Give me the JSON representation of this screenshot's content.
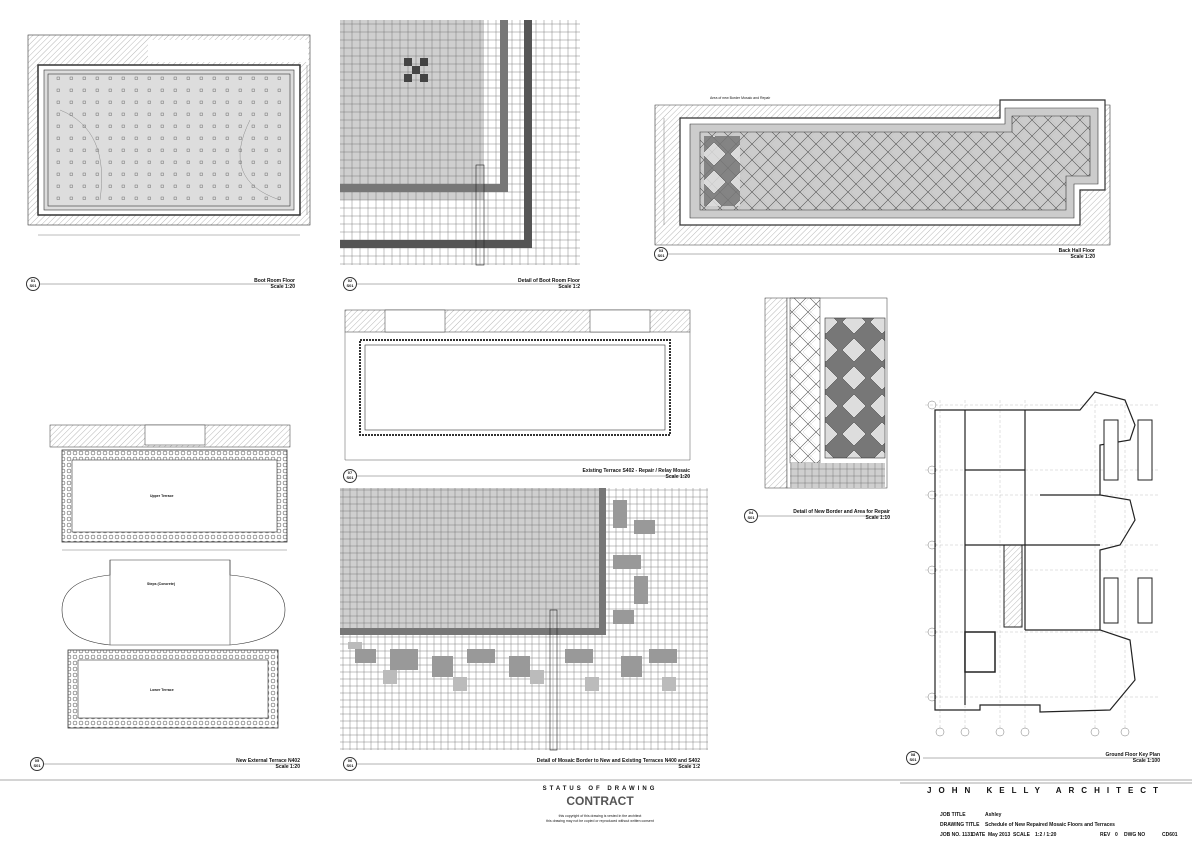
{
  "drawings": [
    {
      "num": "01",
      "sheet": "S01",
      "title": "Boot Room Floor",
      "scale": "Scale 1:20"
    },
    {
      "num": "02",
      "sheet": "S01",
      "title": "Detail of Boot Room Floor",
      "scale": "Scale 1:2"
    },
    {
      "num": "03",
      "sheet": "S01",
      "title": "Back Hall Floor",
      "scale": "Scale 1:20"
    },
    {
      "num": "04",
      "sheet": "S01",
      "title": "Detail of New Border and Area for Repair",
      "scale": "Scale 1:10"
    },
    {
      "num": "05",
      "sheet": "S01",
      "title": "New External Terrace N402",
      "scale": "Scale 1:20"
    },
    {
      "num": "06",
      "sheet": "S01",
      "title": "Detail of Mosaic Border to New and Existing Terraces N400 and S402",
      "scale": "Scale 1:2"
    },
    {
      "num": "07",
      "sheet": "S01",
      "title": "Existing Terrace S402 - Repair / Relay Mosaic",
      "scale": "Scale 1:20"
    },
    {
      "num": "08",
      "sheet": "S01",
      "title": "Ground Floor Key Plan",
      "scale": "Scale 1:100"
    }
  ],
  "rooms": {
    "upper": "Upper Terrace",
    "steps": "Steps (Concrete)",
    "lower": "Lower Terrace",
    "hall_note": "Area of new Border Mosaic and Repair"
  },
  "status": {
    "heading": "STATUS OF DRAWING",
    "value": "CONTRACT",
    "note1": "this copyright of this drawing is vested in the architect",
    "note2": "this drawing may not be copied or reproduced without written consent"
  },
  "title_block": {
    "architect": "JOHN KELLY ARCHITECT",
    "job_title_label": "JOB TITLE",
    "job_title": "Ashley",
    "drawing_title_label": "DRAWING TITLE",
    "drawing_title": "Schedule of New Repaired Mosaic Floors and Terraces",
    "job_no_label": "JOB NO.",
    "job_no": "1131",
    "date_label": "DATE",
    "date": "May 2013",
    "scale_label": "SCALE",
    "scale": "1:2 / 1:20",
    "rev_label": "REV",
    "rev": "0",
    "dwg_no_label": "DWG NO",
    "dwg_no": "CD601"
  }
}
